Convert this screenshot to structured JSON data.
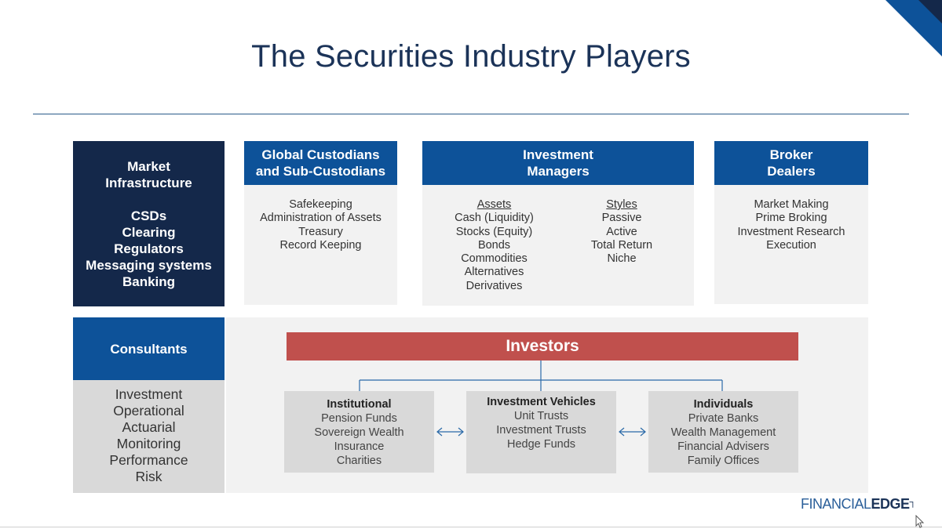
{
  "title": "The Securities Industry Players",
  "market_infrastructure": {
    "header": [
      "Market",
      "Infrastructure"
    ],
    "items": [
      "CSDs",
      "Clearing",
      "Regulators",
      "Messaging systems",
      "Banking"
    ]
  },
  "custodians": {
    "header": [
      "Global Custodians",
      "and Sub-Custodians"
    ],
    "items": [
      "Safekeeping",
      "Administration of Assets",
      "Treasury",
      "Record Keeping"
    ]
  },
  "investment_managers": {
    "header": [
      "Investment",
      "Managers"
    ],
    "assets_heading": "Assets",
    "assets": [
      "Cash (Liquidity)",
      "Stocks (Equity)",
      "Bonds",
      "Commodities",
      "Alternatives",
      "Derivatives"
    ],
    "styles_heading": "Styles",
    "styles": [
      "Passive",
      "Active",
      "Total Return",
      "Niche"
    ]
  },
  "broker_dealers": {
    "header": [
      "Broker",
      "Dealers"
    ],
    "items": [
      "Market Making",
      "Prime Broking",
      "Investment Research",
      "Execution"
    ]
  },
  "consultants": {
    "header": "Consultants",
    "items": [
      "Investment",
      "Operational",
      "Actuarial",
      "Monitoring",
      "Performance",
      "Risk"
    ]
  },
  "investors": {
    "label": "Investors",
    "institutional": {
      "heading": "Institutional",
      "items": [
        "Pension Funds",
        "Sovereign Wealth",
        "Insurance",
        "Charities"
      ]
    },
    "vehicles": {
      "heading": "Investment Vehicles",
      "items": [
        "Unit Trusts",
        "Investment Trusts",
        "Hedge Funds"
      ]
    },
    "individuals": {
      "heading": "Individuals",
      "items": [
        "Private Banks",
        "Wealth Management",
        "Financial Advisers",
        "Family Offices"
      ]
    }
  },
  "logo": {
    "part1": "FINANCIAL",
    "part2": "EDGE"
  },
  "colors": {
    "navy": "#14284a",
    "blue": "#0d5299",
    "red": "#c0504d",
    "panel": "#f2f2f2",
    "box": "#d9d9d9"
  }
}
